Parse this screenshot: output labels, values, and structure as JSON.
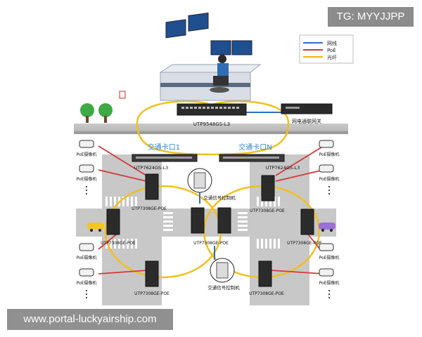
{
  "watermark": {
    "top": "TG: MYYJJPP",
    "bottom": "www.portal-luckyairship.com"
  },
  "legend": {
    "items": [
      {
        "label": "网线",
        "color": "#2d6fbf"
      },
      {
        "label": "PoE",
        "color": "#d23a3a"
      },
      {
        "label": "光纤",
        "color": "#f0b400"
      }
    ]
  },
  "devices": {
    "core_switch": "UTP9548GS-L3",
    "gateway": "网电通联网关",
    "agg_left": "UTP7624GS-L3",
    "agg_right": "UTP7624GS-L3",
    "access_switch": "UTP7308GE-POE"
  },
  "labels": {
    "checkpoint_1": "交通卡口1",
    "checkpoint_n": "交通卡口N",
    "signal_controller": "交通信号控制机",
    "poe_camera": "PoE摄像机"
  },
  "colors": {
    "fiber": "#f0c11f",
    "ethernet": "#2d6fbf",
    "poe": "#d23a3a",
    "title_blue": "#2c86d6"
  }
}
